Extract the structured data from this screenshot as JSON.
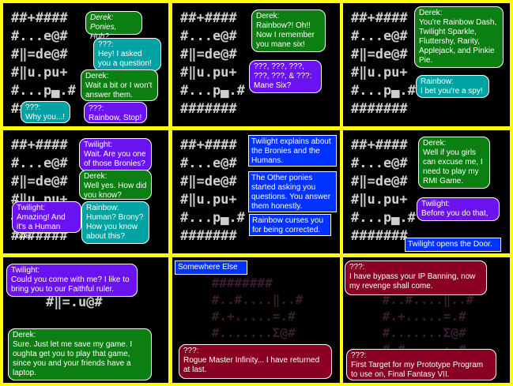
{
  "colors": {
    "frame": "#ffff00",
    "panel": "#000000",
    "green": "#0b7f12",
    "teal": "#00a3a3",
    "purple": "#6a12ef",
    "red": "#8a0022",
    "narration": "#0033ff"
  },
  "art": {
    "room": "##+####\n#...e@#\n#‖=de@#\n#‖u.pu+\n#...p▄.#\n#######",
    "room_small": "#‖=.u@#",
    "dungeon": " ########\n #..#....‖..#\n #.+.....=.#\n #.......Σ@#\n #.#.....:.#\n ########"
  },
  "panels": [
    {
      "bubbles": [
        {
          "speaker": "Derek:",
          "text": "Ponies, Huh?"
        },
        {
          "speaker": "???:",
          "text": "Hey! I asked you a question!"
        },
        {
          "speaker": "Derek:",
          "text": "Wait a bit or I won't answer them."
        },
        {
          "speaker": "???:",
          "text": "Why you...!"
        },
        {
          "speaker": "???:",
          "text": "Rainbow, Stop!"
        }
      ]
    },
    {
      "bubbles": [
        {
          "speaker": "Derek:",
          "text": "Rainbow?! Oh!! Now I remember you mane six!"
        },
        {
          "speaker": "???, ???, ???, ???, ???, & ???:",
          "text": "Mane Six?"
        }
      ]
    },
    {
      "bubbles": [
        {
          "speaker": "Derek:",
          "text": "You're Rainbow Dash, Twilight Sparkle, Fluttershy, Rarity, Applejack, and Pinkie Pie."
        },
        {
          "speaker": "Rainbow:",
          "text": "I bet you're a spy!"
        }
      ]
    },
    {
      "bubbles": [
        {
          "speaker": "Twilight:",
          "text": "Wait. Are you one of those Bronies?"
        },
        {
          "speaker": "Derek:",
          "text": "Well yes. How did you know?"
        },
        {
          "speaker": "Twilight:",
          "text": "Amazing! And it's a Human one."
        },
        {
          "speaker": "Rainbow:",
          "text": "Human? Brony? How you know about this?"
        }
      ]
    },
    {
      "narrations": [
        "Twilight explains about the Bronies and the Humans.",
        "The Other ponies started asking you questions. You answer them honestly.",
        "Rainbow curses you for being corrected."
      ]
    },
    {
      "bubbles": [
        {
          "speaker": "Derek:",
          "text": "Well if you girls can excuse me, I need to play my RMI Game."
        },
        {
          "speaker": "Twilight:",
          "text": "Before you do that,"
        }
      ],
      "narration": "Twilight opens the Door."
    },
    {
      "bubbles": [
        {
          "speaker": "Twilight:",
          "text": "Could you come with me? I like to bring you to our Faithful ruler."
        },
        {
          "speaker": "Derek:",
          "text": "Sure. Just let me save my game. I oughta get you to play that game, since you and your friends have a laptop."
        }
      ]
    },
    {
      "narration": "Somewhere Else",
      "bubbles": [
        {
          "speaker": "???:",
          "text": "Rogue Master Infinity... I have returned at last."
        }
      ]
    },
    {
      "bubbles": [
        {
          "speaker": "???:",
          "text": "I have bypass your IP Banning, now my revenge shall come."
        },
        {
          "speaker": "???:",
          "text": "First Target for my Prototype Program to use on, Final Fantasy VII."
        }
      ]
    }
  ]
}
